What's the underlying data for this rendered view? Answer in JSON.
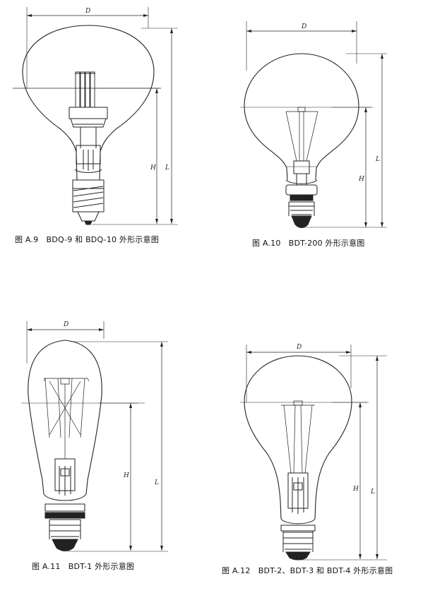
{
  "figures": [
    {
      "caption": "图 A.9　BDQ-9 和 BDQ-10 外形示意图",
      "labels": {
        "d": "D",
        "h": "H",
        "l": "L"
      }
    },
    {
      "caption": "图 A.10　BDT-200 外形示意图",
      "labels": {
        "d": "D",
        "h": "H",
        "l": "L"
      }
    },
    {
      "caption": "图 A.11　BDT-1 外形示意图",
      "labels": {
        "d": "D",
        "h": "H",
        "l": "L"
      }
    },
    {
      "caption": "图 A.12　BDT-2、BDT-3 和 BDT-4 外形示意图",
      "labels": {
        "d": "D",
        "h": "H",
        "l": "L"
      }
    }
  ]
}
